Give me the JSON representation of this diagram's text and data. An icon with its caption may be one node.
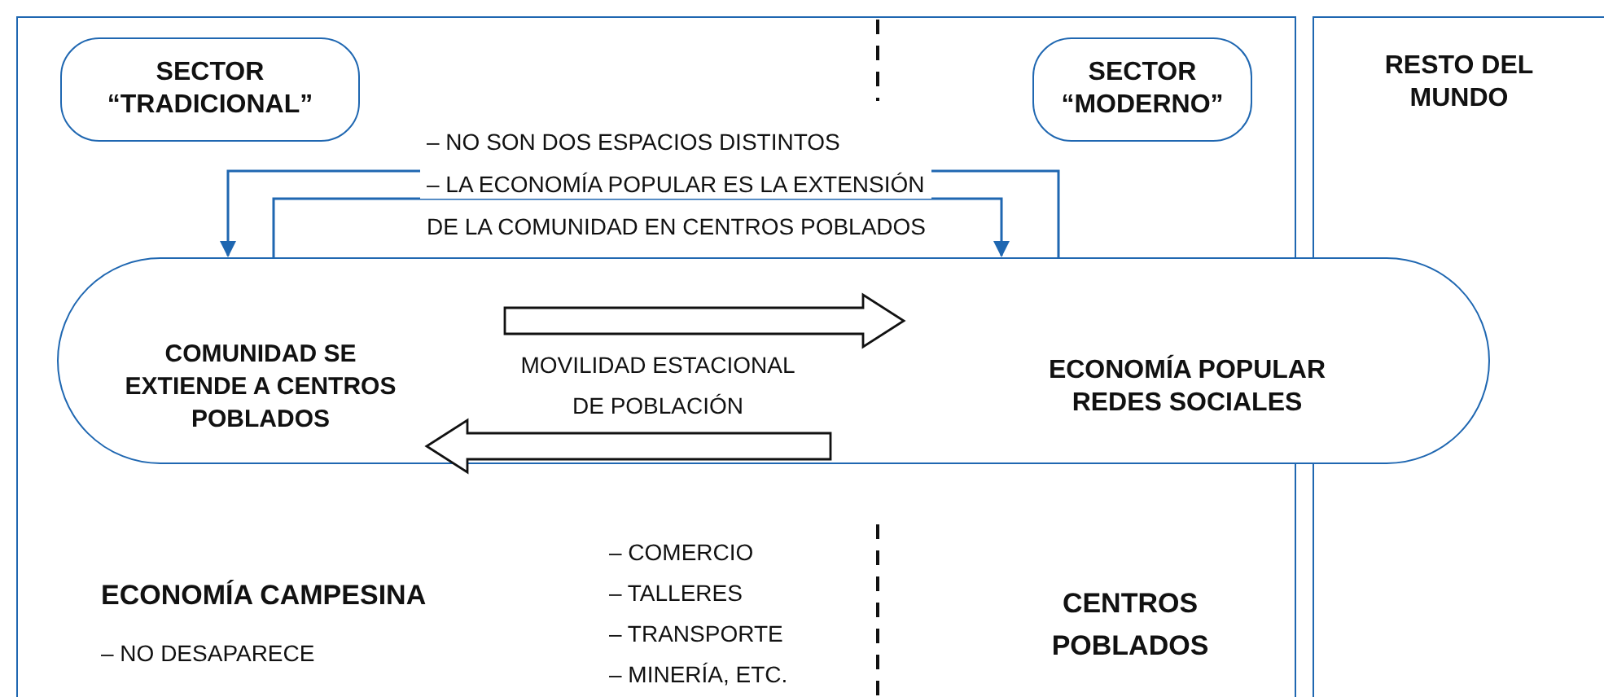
{
  "diagram": {
    "nodes": [
      {
        "text": [],
        "shape": "box"
      },
      {
        "text": [
          "RESTO DEL MUNDO"
        ]
      },
      {
        "text": [
          "SECTOR “TRADICIONAL”"
        ],
        "in": 0
      },
      {
        "text": [
          "SECTOR “MODERNO”"
        ],
        "in": 0
      },
      {
        "text": [],
        "shape": "oval"
      },
      {
        "text": [
          "COMUNIDAD SE EXTIENDE A CENTROS POBLADOS"
        ],
        "in": 4
      },
      {
        "text": [
          "ECONOMÍA POPULAR REDES SOCIALES"
        ],
        "in": 4
      }
    ],
    "edges": [
      {
        "from": 6,
        "to": 5,
        "arrow": "to"
      },
      {
        "from": 5,
        "to": 6,
        "arrow": "to"
      },
      {
        "from": 5,
        "to": 6,
        "arrow": "to",
        "style": "thick"
      },
      {
        "from": 6,
        "to": 5,
        "arrow": "to",
        "style": "thick"
      }
    ],
    "labels": [
      "– NO SON DOS ESPACIOS DISTINTOS",
      "– LA ECONOMÍA POPULAR ES LA EXTENSIÓN",
      "DE LA COMUNIDAD EN CENTROS POBLADOS",
      "MOVILIDAD ESTACIONAL DE POBLACIÓN",
      "ECONOMÍA CAMPESINA",
      "– NO DESAPARECE",
      "– COMERCIO",
      "– TALLERES",
      "– TRANSPORTE",
      "– MINERÍA, ETC.",
      "CENTROS POBLADOS"
    ]
  }
}
